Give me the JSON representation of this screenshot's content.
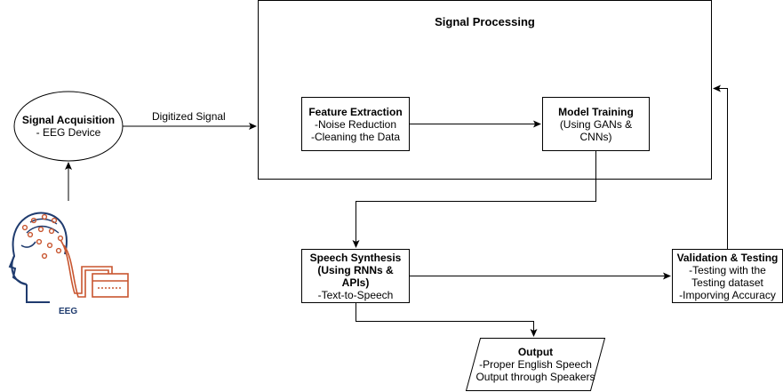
{
  "signal_processing": {
    "title": "Signal Processing"
  },
  "signal_acquisition": {
    "title": "Signal Acquisition",
    "line1": "- EEG Device"
  },
  "edge_digitized": {
    "label": "Digitized Signal"
  },
  "feature_extraction": {
    "title": "Feature Extraction",
    "line1": "-Noise Reduction",
    "line2": "-Cleaning the Data"
  },
  "model_training": {
    "title": "Model Training",
    "line1": "(Using GANs &",
    "line2": "CNNs)"
  },
  "speech_synthesis": {
    "title1": "Speech Synthesis",
    "title2": "(Using RNNs &",
    "title3": "APIs)",
    "line1": "-Text-to-Speech"
  },
  "validation_testing": {
    "title": "Validation & Testing",
    "line1": "-Testing with the",
    "line2": "Testing dataset",
    "line3": "-Imporving Accuracy"
  },
  "output": {
    "title": "Output",
    "line1": "-Proper English Speech",
    "line2": "Output through Speakers"
  },
  "eeg_image": {
    "label": "EEG",
    "colors": {
      "head": "#1f3b6e",
      "device": "#c8552f"
    }
  }
}
